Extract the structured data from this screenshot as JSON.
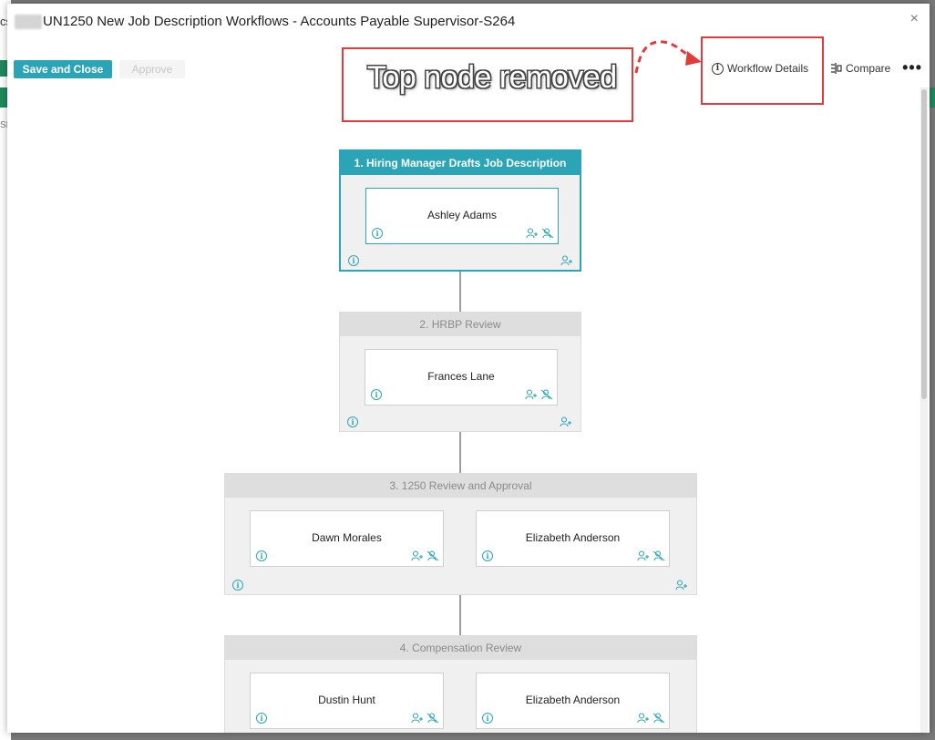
{
  "background": {
    "left_fragment": "cs",
    "left_fragment2": "SL"
  },
  "modal": {
    "title": "UN1250 New Job Description Workflows - Accounts Payable Supervisor-S264",
    "close_label": "×"
  },
  "toolbar": {
    "save_close_label": "Save and Close",
    "approve_label": "Approve",
    "workflow_details_label": "Workflow Details",
    "compare_label": "Compare",
    "more_label": "•••"
  },
  "annotation": {
    "text": "Top node removed"
  },
  "icons": {
    "info": "info-icon",
    "add_user": "add-user-icon",
    "remove_user": "remove-user-icon",
    "compare": "compare-icon"
  },
  "colors": {
    "accent": "#2ba5b6",
    "annotation": "#e33b3b",
    "bg_green": "#1f8a5e"
  },
  "workflow": {
    "stages": [
      {
        "title": "1. Hiring Manager Drafts Job Description",
        "active": true,
        "assignees": [
          "Ashley Adams"
        ]
      },
      {
        "title": "2. HRBP Review",
        "active": false,
        "assignees": [
          "Frances Lane"
        ]
      },
      {
        "title": "3. 1250 Review and Approval",
        "active": false,
        "assignees": [
          "Dawn Morales",
          "Elizabeth Anderson"
        ]
      },
      {
        "title": "4. Compensation Review",
        "active": false,
        "assignees": [
          "Dustin Hunt",
          "Elizabeth Anderson"
        ]
      }
    ]
  }
}
